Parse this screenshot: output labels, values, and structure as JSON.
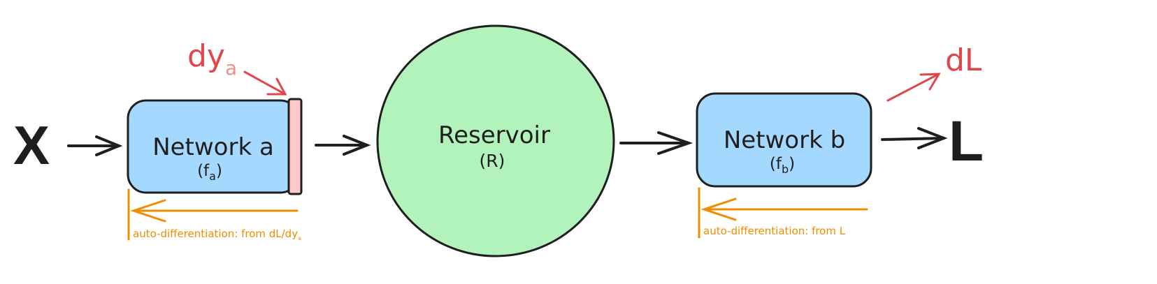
{
  "diagram": {
    "input": {
      "label": "X"
    },
    "output": {
      "label": "L"
    },
    "network_a": {
      "title": "Network a",
      "func_base": "(f",
      "func_sub": "a",
      "func_close": ")"
    },
    "reservoir": {
      "title": "Reservoir",
      "symbol": "(R)"
    },
    "network_b": {
      "title": "Network b",
      "func_base": "(f",
      "func_sub": "b",
      "func_close": ")"
    },
    "grad_a": {
      "base": "dy",
      "sub": "a"
    },
    "grad_l": {
      "label": "dL"
    },
    "autodiff_a": {
      "text": "auto-differentiation: from dL/dy",
      "sub": "a"
    },
    "autodiff_b": {
      "text": "auto-differentiation: from L"
    },
    "colors": {
      "network_fill": "#a5d8ff",
      "reservoir_fill": "#b2f2bb",
      "gradient_red": "#e0474c",
      "autodiff_orange": "#f08c00",
      "stroke": "#1e1e1e",
      "latch_fill": "#ffc9c9"
    }
  }
}
